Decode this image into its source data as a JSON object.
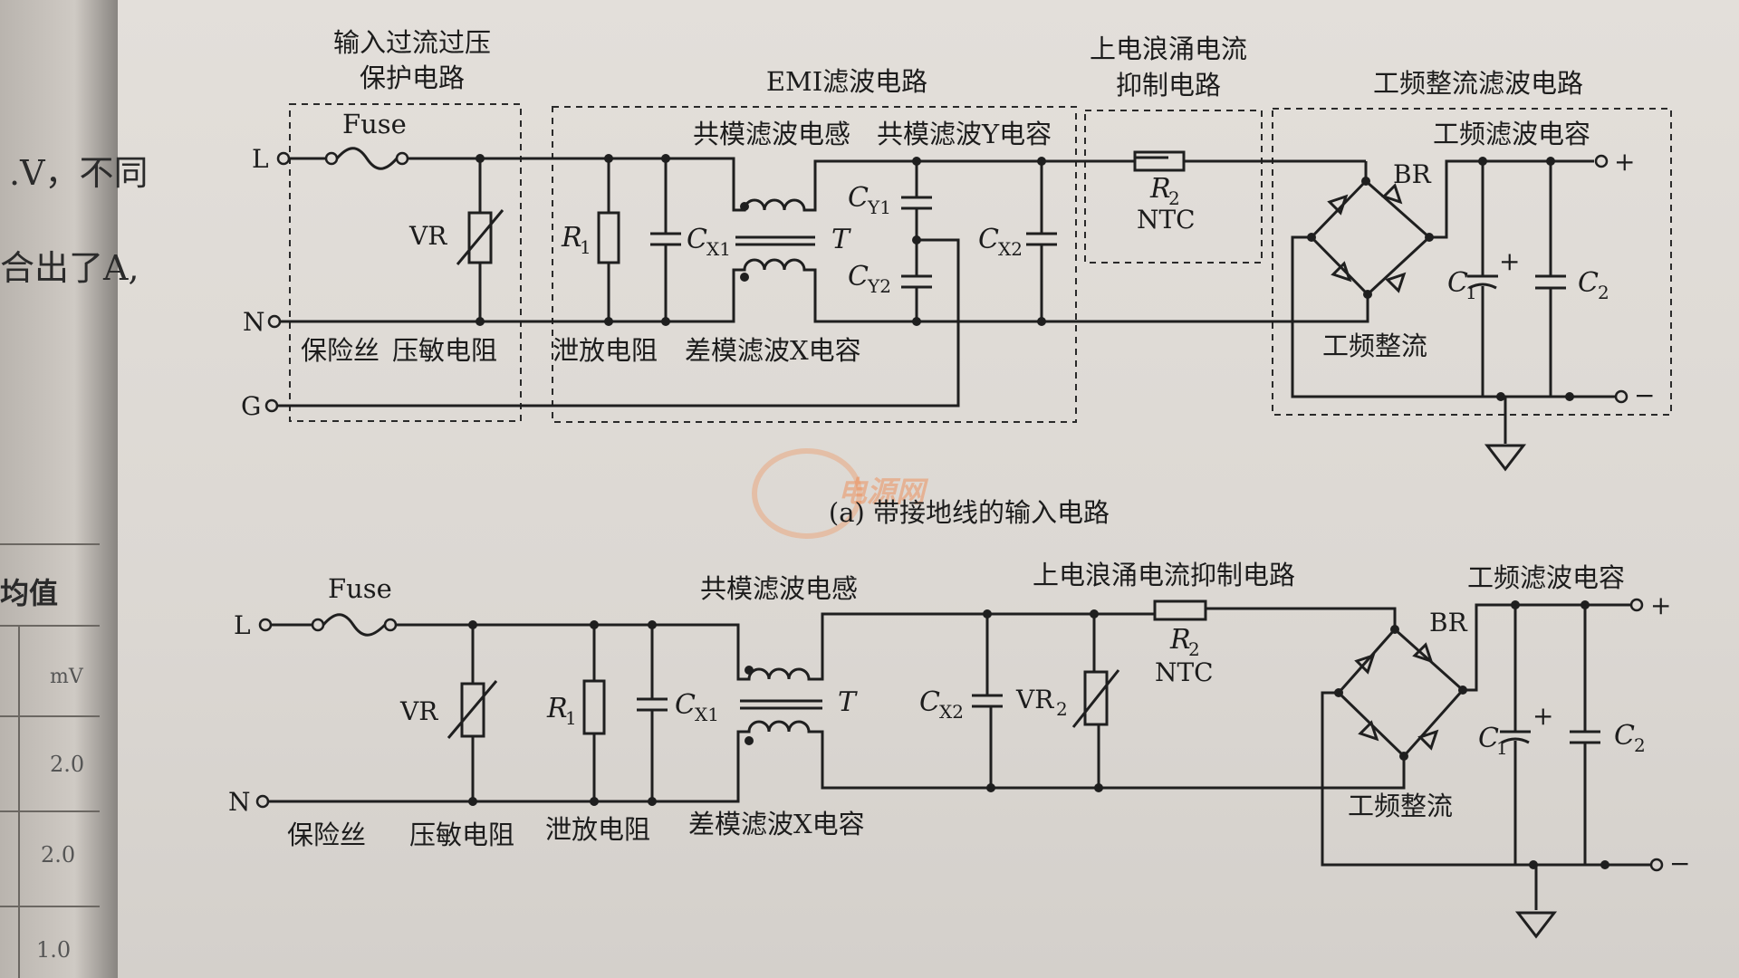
{
  "edge": {
    "frag1": ".V，不同",
    "frag2": "合出了A,",
    "table_header": "均值",
    "cells": [
      "mV",
      "2.0",
      "2.0",
      "1.0"
    ]
  },
  "diagram_a": {
    "title_protect": "输入过流过压",
    "title_protect2": "保护电路",
    "title_emi": "EMI滤波电路",
    "title_surge": "上电浪涌电流",
    "title_surge2": "抑制电路",
    "title_rect": "工频整流滤波电路",
    "label_cm_inductor": "共模滤波电感",
    "label_y_cap": "共模滤波Y电容",
    "label_line_cap": "工频滤波电容",
    "label_fuse_desc": "保险丝",
    "label_varistor_desc": "压敏电阻",
    "label_bleed_desc": "泄放电阻",
    "label_x_cap_desc": "差模滤波X电容",
    "label_rect_desc": "工频整流",
    "caption": "(a) 带接地线的输入电路"
  },
  "diagram_b": {
    "label_cm_inductor": "共模滤波电感",
    "label_surge": "上电浪涌电流抑制电路",
    "label_line_cap": "工频滤波电容",
    "label_fuse_desc": "保险丝",
    "label_varistor_desc": "压敏电阻",
    "label_bleed_desc": "泄放电阻",
    "label_x_cap_desc": "差模滤波X电容",
    "label_rect_desc": "工频整流"
  },
  "symbols": {
    "L": "L",
    "N": "N",
    "G": "G",
    "fuse": "Fuse",
    "VR": "VR",
    "VR2": "VR",
    "VR2_sub": "2",
    "R1": "R",
    "R1_sub": "1",
    "CX1": "C",
    "CX1_sub": "X1",
    "CX2": "C",
    "CX2_sub": "X2",
    "CY1": "C",
    "CY1_sub": "Y1",
    "CY2": "C",
    "CY2_sub": "Y2",
    "T": "T",
    "R2": "R",
    "R2_sub": "2",
    "NTC": "NTC",
    "BR": "BR",
    "C1": "C",
    "C1_sub": "1",
    "C2": "C",
    "C2_sub": "2",
    "plus": "+",
    "minus": "−"
  },
  "watermark": "电源网"
}
